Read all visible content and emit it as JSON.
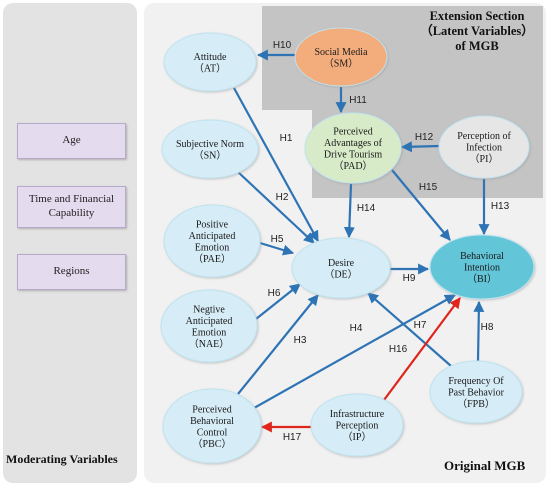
{
  "extension_title": [
    "Extension Section",
    "（Latent Variables）",
    "of MGB"
  ],
  "original_title": "Original MGB",
  "moderating": {
    "title": "Moderating Variables",
    "items": [
      {
        "id": "age",
        "lines": [
          "Age"
        ]
      },
      {
        "id": "time",
        "lines": [
          "Time and Financial",
          "Capability"
        ]
      },
      {
        "id": "regions",
        "lines": [
          "Regions"
        ]
      }
    ]
  },
  "nodes": [
    {
      "id": "AT",
      "lines": [
        "Attitude",
        "（AT）"
      ],
      "fill": "#d6ecf6"
    },
    {
      "id": "SM",
      "lines": [
        "Social Media",
        "（SM）"
      ],
      "fill": "#f3ad7c"
    },
    {
      "id": "SN",
      "lines": [
        "Subjective Norm",
        "（SN）"
      ],
      "fill": "#d6ecf6"
    },
    {
      "id": "PAD",
      "lines": [
        "Perceived",
        "Advantages of",
        "Drive Tourism",
        "（PAD）"
      ],
      "fill": "#d7ebc8"
    },
    {
      "id": "PI",
      "lines": [
        "Perception of",
        "Infection",
        "（PI）"
      ],
      "fill": "#e6e6e6"
    },
    {
      "id": "PAE",
      "lines": [
        "Positive",
        "Anticipated",
        "Emotion",
        "（PAE）"
      ],
      "fill": "#d6ecf6"
    },
    {
      "id": "DE",
      "lines": [
        "Desire",
        "（DE）"
      ],
      "fill": "#d6ecf6"
    },
    {
      "id": "BI",
      "lines": [
        "Behavioral",
        "Intention",
        "（BI）"
      ],
      "fill": "#63c6d8"
    },
    {
      "id": "NAE",
      "lines": [
        "Negtive",
        "Anticipated",
        "Emotion",
        "（NAE）"
      ],
      "fill": "#d6ecf6"
    },
    {
      "id": "FPB",
      "lines": [
        "Frequency Of",
        "Past Behavior",
        "（FPB）"
      ],
      "fill": "#d6ecf6"
    },
    {
      "id": "PBC",
      "lines": [
        "Perceived",
        "Behavioral",
        "Control",
        "（PBC）"
      ],
      "fill": "#d6ecf6"
    },
    {
      "id": "IP",
      "lines": [
        "Infrastructure",
        "Perception",
        "（IP）"
      ],
      "fill": "#d6ecf6"
    }
  ],
  "edges": [
    {
      "label": "H1",
      "from": "AT",
      "to": "DE",
      "color": "blue"
    },
    {
      "label": "H2",
      "from": "SN",
      "to": "DE",
      "color": "blue"
    },
    {
      "label": "H3",
      "from": "PBC",
      "to": "DE",
      "color": "blue"
    },
    {
      "label": "H4",
      "from": "PBC",
      "to": "BI",
      "color": "blue"
    },
    {
      "label": "H5",
      "from": "PAE",
      "to": "DE",
      "color": "blue"
    },
    {
      "label": "H6",
      "from": "NAE",
      "to": "DE",
      "color": "blue"
    },
    {
      "label": "H7",
      "from": "FPB",
      "to": "DE",
      "color": "blue"
    },
    {
      "label": "H8",
      "from": "FPB",
      "to": "BI",
      "color": "blue"
    },
    {
      "label": "H9",
      "from": "DE",
      "to": "BI",
      "color": "blue"
    },
    {
      "label": "H10",
      "from": "SM",
      "to": "AT",
      "color": "blue"
    },
    {
      "label": "H11",
      "from": "SM",
      "to": "PAD",
      "color": "blue"
    },
    {
      "label": "H12",
      "from": "PI",
      "to": "PAD",
      "color": "blue"
    },
    {
      "label": "H13",
      "from": "PI",
      "to": "BI",
      "color": "blue"
    },
    {
      "label": "H14",
      "from": "PAD",
      "to": "DE",
      "color": "blue"
    },
    {
      "label": "H15",
      "from": "PAD",
      "to": "BI",
      "color": "blue"
    },
    {
      "label": "H16",
      "from": "IP",
      "to": "BI",
      "color": "red"
    },
    {
      "label": "H17",
      "from": "IP",
      "to": "PBC",
      "color": "red"
    }
  ],
  "colors": {
    "blue": "#2e74b5",
    "red": "#e0251b",
    "node_stroke": "#bfe3f0"
  }
}
